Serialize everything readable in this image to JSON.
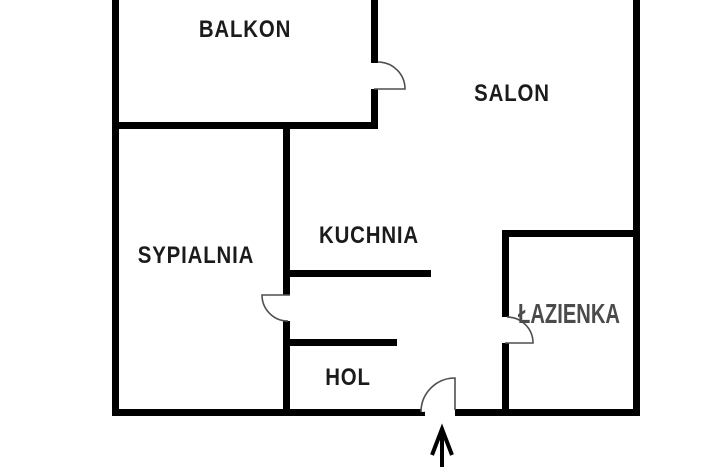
{
  "rooms": {
    "balkon": {
      "label": "BALKON"
    },
    "salon": {
      "label": "SALON"
    },
    "sypialnia": {
      "label": "SYPIALNIA"
    },
    "kuchnia": {
      "label": "KUCHNIA"
    },
    "hol": {
      "label": "HOL"
    },
    "lazienka": {
      "label": "ŁAZIENKA"
    }
  },
  "doors": [
    "balkon-to-salon",
    "sypialnia-to-hol",
    "lazienka-to-hol",
    "entrance"
  ],
  "icons": {
    "entrance_arrow": "arrow-up-icon"
  },
  "colors": {
    "wall": "#000000",
    "label": "#1b1b1b",
    "lazienka_label": "#4b4b4b",
    "door_outline": "#4f4f4f",
    "background": "#ffffff"
  }
}
